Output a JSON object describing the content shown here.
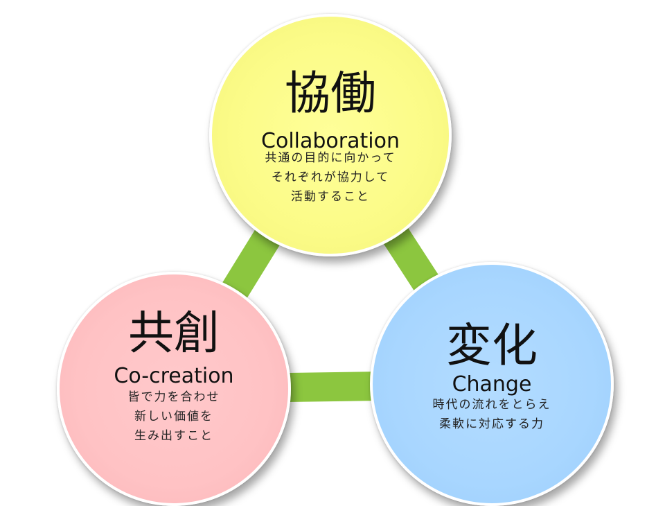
{
  "nodes": {
    "collaboration": {
      "kanji": "協働",
      "english": "Collaboration",
      "description": [
        "共通の目的に向かって",
        "それぞれが協力して",
        "活動すること"
      ],
      "color": "#fbfb87"
    },
    "cocreation": {
      "kanji": "共創",
      "english": "Co-creation",
      "description": [
        "皆で力を合わせ",
        "新しい価値を",
        "生み出すこと"
      ],
      "color": "#ffc2c4"
    },
    "change": {
      "kanji": "変化",
      "english": "Change",
      "description": [
        "時代の流れをとらえ",
        "柔軟に対応する力"
      ],
      "color": "#a8d6ff"
    }
  },
  "connector_color": "#8cc63f"
}
